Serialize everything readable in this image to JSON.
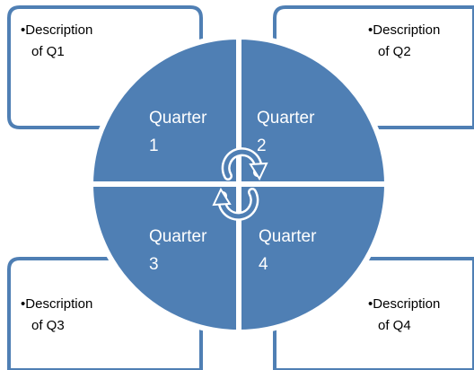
{
  "diagram": {
    "colors": {
      "accent": "#4f7fb4",
      "fill": "#ffffff",
      "text": "#000000",
      "quarter_text": "#ffffff"
    },
    "descriptions": [
      {
        "bullet": "•",
        "line1": "Description",
        "line2": "of Q1"
      },
      {
        "bullet": "•",
        "line1": "Description",
        "line2": "of Q2"
      },
      {
        "bullet": "•",
        "line1": "Description",
        "line2": "of Q3"
      },
      {
        "bullet": "•",
        "line1": "Description",
        "line2": "of Q4"
      }
    ],
    "quarters": [
      {
        "line1": "Quarter",
        "line2": "1"
      },
      {
        "line1": "Quarter",
        "line2": "2"
      },
      {
        "line1": "Quarter",
        "line2": "3"
      },
      {
        "line1": "Quarter",
        "line2": "4"
      }
    ],
    "center_icon": "cycle-arrows-icon"
  }
}
